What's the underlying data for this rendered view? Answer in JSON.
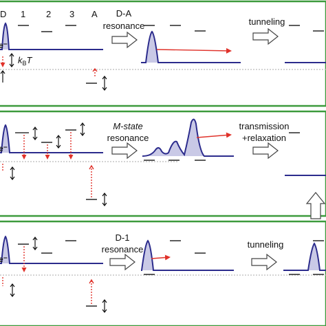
{
  "colors": {
    "panel_border": "#3c9a3c",
    "wave_line": "#2b2b8c",
    "wave_fill": "#c9c9e6",
    "arrow_red": "#e0322a",
    "level": "#333333",
    "baseline": "#bbbbbb"
  },
  "panel1": {
    "site_labels": [
      "D",
      "1",
      "2",
      "3",
      "A"
    ],
    "electron_label": "e⁻",
    "kbt_label": "k",
    "kbt_sub": "B",
    "kbt_suffix": "T",
    "step1_line1": "D-A",
    "step1_line2": "resonance",
    "step2_line1": "tunneling"
  },
  "panel2": {
    "electron_label": "e⁻",
    "step1_line1": "M-state",
    "step1_line2": "resonance",
    "step2_line1": "transmission",
    "step2_line2": "+relaxation"
  },
  "panel3": {
    "electron_label": "e⁻",
    "step1_line1": "D-1",
    "step1_line2": "resonance",
    "step2_line1": "tunneling"
  }
}
